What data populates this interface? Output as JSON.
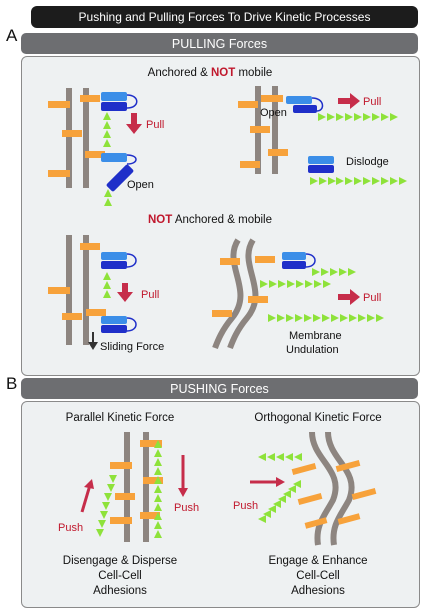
{
  "title": "Pushing and Pulling Forces To Drive Kinetic Processes",
  "section_a": {
    "letter": "A",
    "header": "PULLING Forces",
    "anchored": {
      "prefix": "Anchored & ",
      "emph": "NOT",
      "suffix": " mobile"
    },
    "not_anchored": {
      "emph": "NOT",
      "suffix": " Anchored & mobile"
    },
    "labels": {
      "pull": "Pull",
      "open": "Open",
      "dislodge": "Dislodge",
      "sliding_force": "Sliding Force",
      "membrane": "Membrane",
      "undulation": "Undulation"
    }
  },
  "section_b": {
    "letter": "B",
    "header": "PUSHING Forces",
    "parallel_title": "Parallel Kinetic Force",
    "orthogonal_title": "Orthogonal Kinetic Force",
    "push": "Push",
    "parallel_caption": [
      "Disengage & Disperse",
      "Cell-Cell",
      "Adhesions"
    ],
    "orthogonal_caption": [
      "Engage & Enhance",
      "Cell-Cell",
      "Adhesions"
    ]
  },
  "colors": {
    "filament": "#8d8580",
    "adhesion": "#f7a23b",
    "protein_light": "#3b8ee8",
    "protein_dark": "#1f2fc9",
    "actin": "#8ee23a",
    "force": "#c62d4a",
    "emphasis": "#c0182d"
  }
}
